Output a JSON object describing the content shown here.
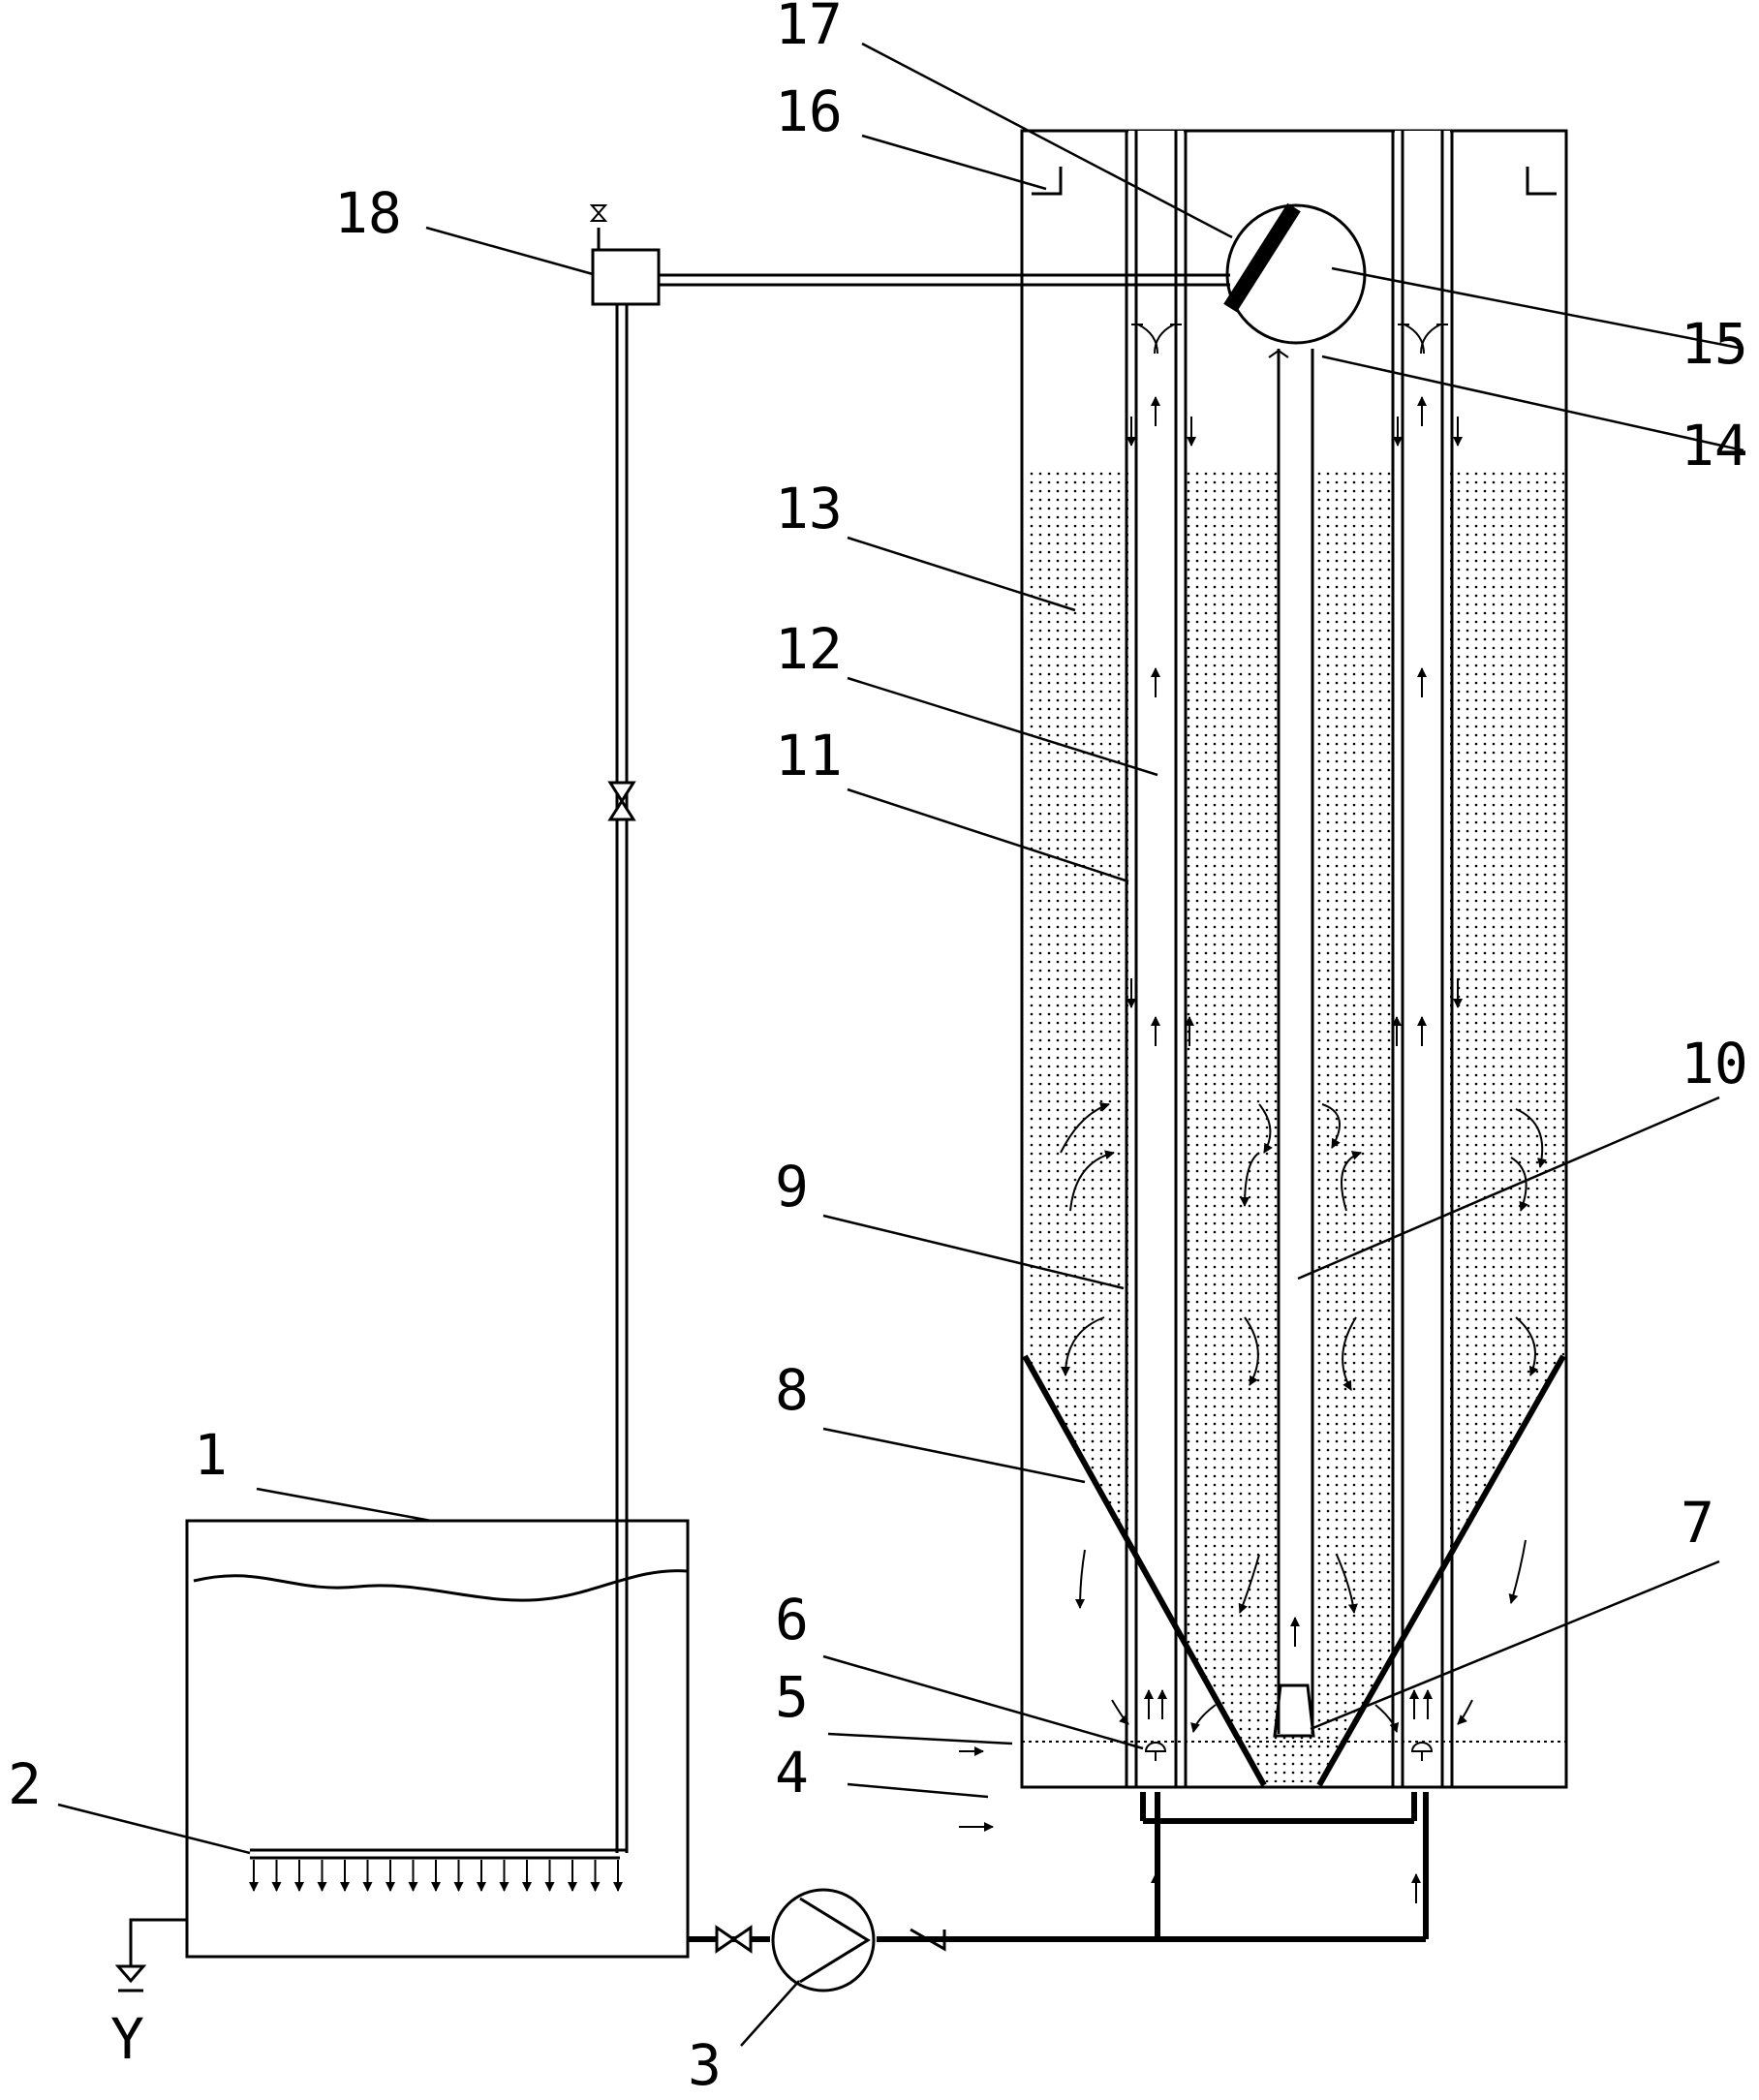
{
  "labels": {
    "l1": "1",
    "l2": "2",
    "l3": "3",
    "l4": "4",
    "l5": "5",
    "l6": "6",
    "l7": "7",
    "l8": "8",
    "l9": "9",
    "l10": "10",
    "l11": "11",
    "l12": "12",
    "l13": "13",
    "l14": "14",
    "l15": "15",
    "l16": "16",
    "l17": "17",
    "l18": "18"
  },
  "drain_mark": "Y"
}
